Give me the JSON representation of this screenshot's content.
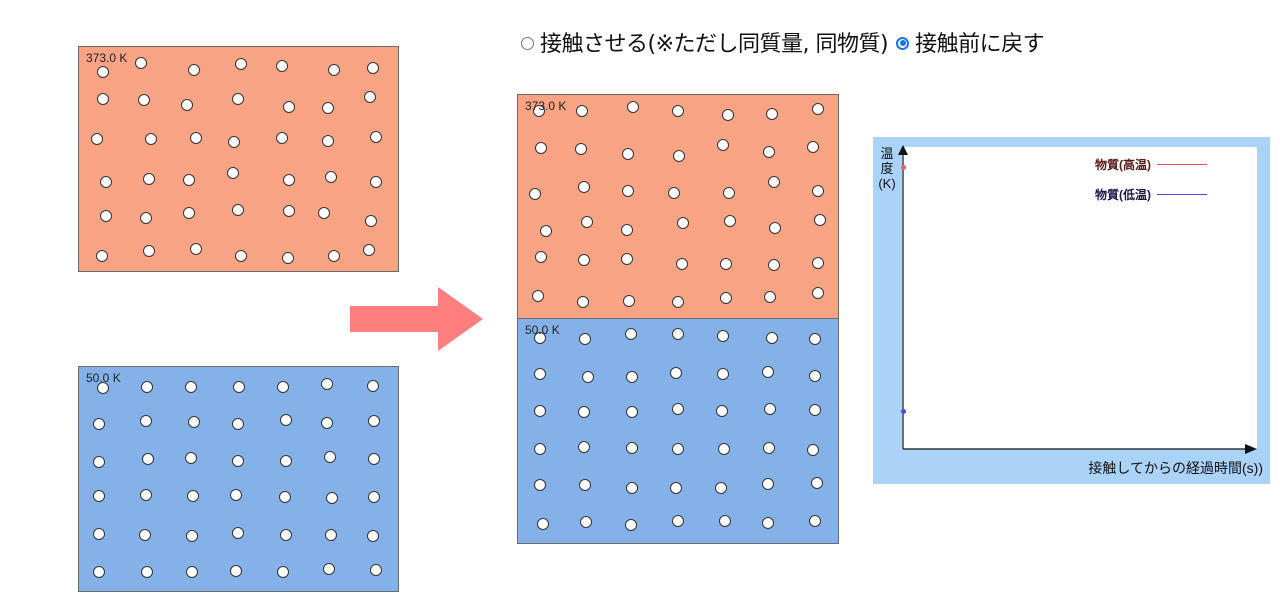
{
  "controls": {
    "options": [
      {
        "label": "接触させる(※ただし同質量, 同物質)",
        "checked": false
      },
      {
        "label": "接触前に戻す",
        "checked": true
      }
    ]
  },
  "colors": {
    "hot_fill": "#f9a385",
    "cold_fill": "#84b2e8",
    "arrow": "#ff7f7f",
    "chart_bg": "#abd3f8",
    "series_hot": "#e05050",
    "series_cold": "#4a4ae0",
    "radio_accent": "#1a73e8"
  },
  "before": {
    "hot": {
      "label": "373.0 K",
      "particles": [
        [
          103,
          72
        ],
        [
          141,
          63
        ],
        [
          194,
          70
        ],
        [
          241,
          64
        ],
        [
          282,
          66
        ],
        [
          334,
          70
        ],
        [
          373,
          68
        ],
        [
          103,
          99
        ],
        [
          144,
          100
        ],
        [
          187,
          105
        ],
        [
          238,
          99
        ],
        [
          289,
          107
        ],
        [
          328,
          108
        ],
        [
          370,
          97
        ],
        [
          97,
          139
        ],
        [
          151,
          139
        ],
        [
          196,
          138
        ],
        [
          234,
          142
        ],
        [
          282,
          138
        ],
        [
          328,
          141
        ],
        [
          376,
          137
        ],
        [
          106,
          182
        ],
        [
          149,
          179
        ],
        [
          189,
          180
        ],
        [
          233,
          173
        ],
        [
          289,
          180
        ],
        [
          331,
          177
        ],
        [
          376,
          182
        ],
        [
          106,
          216
        ],
        [
          146,
          218
        ],
        [
          189,
          213
        ],
        [
          238,
          210
        ],
        [
          289,
          211
        ],
        [
          324,
          213
        ],
        [
          371,
          221
        ],
        [
          102,
          256
        ],
        [
          149,
          251
        ],
        [
          196,
          249
        ],
        [
          241,
          256
        ],
        [
          288,
          258
        ],
        [
          334,
          256
        ],
        [
          369,
          250
        ]
      ]
    },
    "cold": {
      "label": "50.0 K",
      "particles": [
        [
          103,
          388
        ],
        [
          147,
          387
        ],
        [
          191,
          387
        ],
        [
          239,
          387
        ],
        [
          283,
          387
        ],
        [
          327,
          384
        ],
        [
          373,
          386
        ],
        [
          99,
          424
        ],
        [
          146,
          421
        ],
        [
          194,
          422
        ],
        [
          238,
          424
        ],
        [
          286,
          420
        ],
        [
          327,
          423
        ],
        [
          374,
          421
        ],
        [
          99,
          462
        ],
        [
          148,
          459
        ],
        [
          191,
          458
        ],
        [
          238,
          461
        ],
        [
          286,
          461
        ],
        [
          330,
          457
        ],
        [
          374,
          459
        ],
        [
          99,
          496
        ],
        [
          146,
          495
        ],
        [
          193,
          496
        ],
        [
          236,
          495
        ],
        [
          285,
          497
        ],
        [
          332,
          498
        ],
        [
          374,
          497
        ],
        [
          99,
          534
        ],
        [
          145,
          535
        ],
        [
          192,
          536
        ],
        [
          238,
          533
        ],
        [
          286,
          535
        ],
        [
          331,
          535
        ],
        [
          373,
          536
        ],
        [
          99,
          572
        ],
        [
          147,
          572
        ],
        [
          192,
          572
        ],
        [
          236,
          571
        ],
        [
          283,
          572
        ],
        [
          329,
          569
        ],
        [
          376,
          570
        ]
      ]
    }
  },
  "after": {
    "hot": {
      "label": "373.0 K",
      "particles": [
        [
          539,
          111
        ],
        [
          582,
          111
        ],
        [
          633,
          107
        ],
        [
          678,
          111
        ],
        [
          728,
          115
        ],
        [
          772,
          114
        ],
        [
          818,
          109
        ],
        [
          541,
          148
        ],
        [
          581,
          149
        ],
        [
          628,
          154
        ],
        [
          679,
          156
        ],
        [
          723,
          145
        ],
        [
          769,
          152
        ],
        [
          813,
          147
        ],
        [
          535,
          194
        ],
        [
          584,
          187
        ],
        [
          628,
          191
        ],
        [
          674,
          193
        ],
        [
          729,
          193
        ],
        [
          774,
          182
        ],
        [
          818,
          191
        ],
        [
          546,
          231
        ],
        [
          587,
          222
        ],
        [
          627,
          230
        ],
        [
          683,
          223
        ],
        [
          730,
          221
        ],
        [
          775,
          228
        ],
        [
          820,
          220
        ],
        [
          541,
          257
        ],
        [
          584,
          260
        ],
        [
          627,
          259
        ],
        [
          682,
          264
        ],
        [
          726,
          264
        ],
        [
          774,
          265
        ],
        [
          818,
          263
        ],
        [
          538,
          296
        ],
        [
          583,
          302
        ],
        [
          629,
          301
        ],
        [
          678,
          302
        ],
        [
          726,
          298
        ],
        [
          770,
          297
        ],
        [
          818,
          293
        ]
      ]
    },
    "cold": {
      "label": "50.0 K",
      "particles": [
        [
          540,
          338
        ],
        [
          585,
          339
        ],
        [
          631,
          334
        ],
        [
          678,
          334
        ],
        [
          723,
          336
        ],
        [
          772,
          338
        ],
        [
          815,
          339
        ],
        [
          540,
          374
        ],
        [
          588,
          377
        ],
        [
          632,
          377
        ],
        [
          676,
          373
        ],
        [
          723,
          374
        ],
        [
          768,
          372
        ],
        [
          815,
          376
        ],
        [
          540,
          411
        ],
        [
          584,
          412
        ],
        [
          632,
          412
        ],
        [
          678,
          409
        ],
        [
          722,
          411
        ],
        [
          770,
          409
        ],
        [
          815,
          410
        ],
        [
          540,
          449
        ],
        [
          584,
          447
        ],
        [
          632,
          448
        ],
        [
          678,
          449
        ],
        [
          724,
          449
        ],
        [
          769,
          448
        ],
        [
          813,
          450
        ],
        [
          540,
          485
        ],
        [
          585,
          485
        ],
        [
          632,
          488
        ],
        [
          676,
          488
        ],
        [
          721,
          488
        ],
        [
          768,
          484
        ],
        [
          817,
          483
        ],
        [
          543,
          524
        ],
        [
          586,
          522
        ],
        [
          631,
          525
        ],
        [
          678,
          521
        ],
        [
          725,
          521
        ],
        [
          768,
          523
        ],
        [
          815,
          521
        ]
      ]
    }
  },
  "chart": {
    "ylabel_lines": [
      "温",
      "度",
      "(K)"
    ],
    "xlabel": "接触してからの経過時間(s))",
    "legend": [
      {
        "label": "物質(高温)",
        "color": "#e05050",
        "text_color": "#5a1a1a"
      },
      {
        "label": "物質(低温)",
        "color": "#4a4ae0",
        "text_color": "#1a1a4a"
      }
    ]
  },
  "chart_data": {
    "type": "line",
    "title": "",
    "xlabel": "接触してからの経過時間(s))",
    "ylabel": "温度(K)",
    "x": [
      0
    ],
    "series": [
      {
        "name": "物質(高温)",
        "values": [
          373.0
        ]
      },
      {
        "name": "物質(低温)",
        "values": [
          50.0
        ]
      }
    ],
    "legend_position": "top-right",
    "grid": false
  }
}
